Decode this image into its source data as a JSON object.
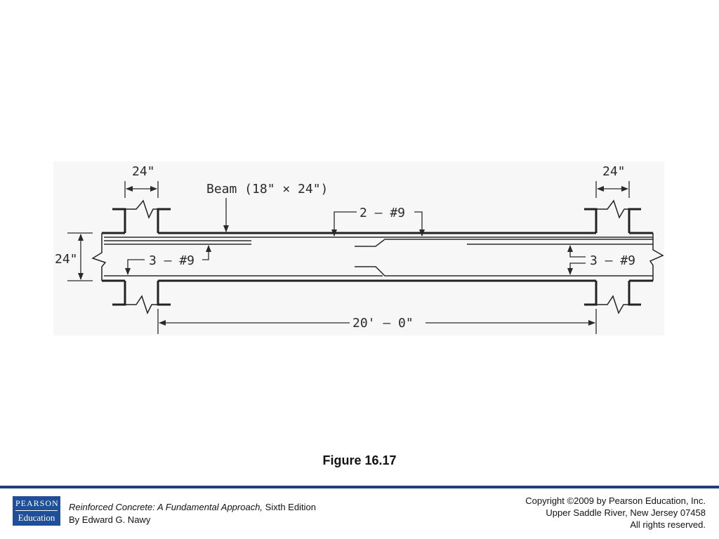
{
  "diagram": {
    "dim_support_left": "24\"",
    "dim_support_right": "24\"",
    "beam_label": "Beam (18\" × 24\")",
    "top_bars": "2 — #9",
    "dim_depth": "24\"",
    "bottom_bars_left": "3 — #9",
    "bottom_bars_right": "3 — #9",
    "span": "20' — 0\""
  },
  "caption": "Figure 16.17",
  "footer": {
    "logo_top": "PEARSON",
    "logo_bottom": "Education",
    "book_title": "Reinforced Concrete: A Fundamental Approach,",
    "edition": " Sixth Edition",
    "author": "By Edward G. Nawy",
    "copyright_1": "Copyright ©2009 by Pearson Education, Inc.",
    "copyright_2": "Upper Saddle River, New Jersey 07458",
    "copyright_3": "All rights reserved."
  }
}
